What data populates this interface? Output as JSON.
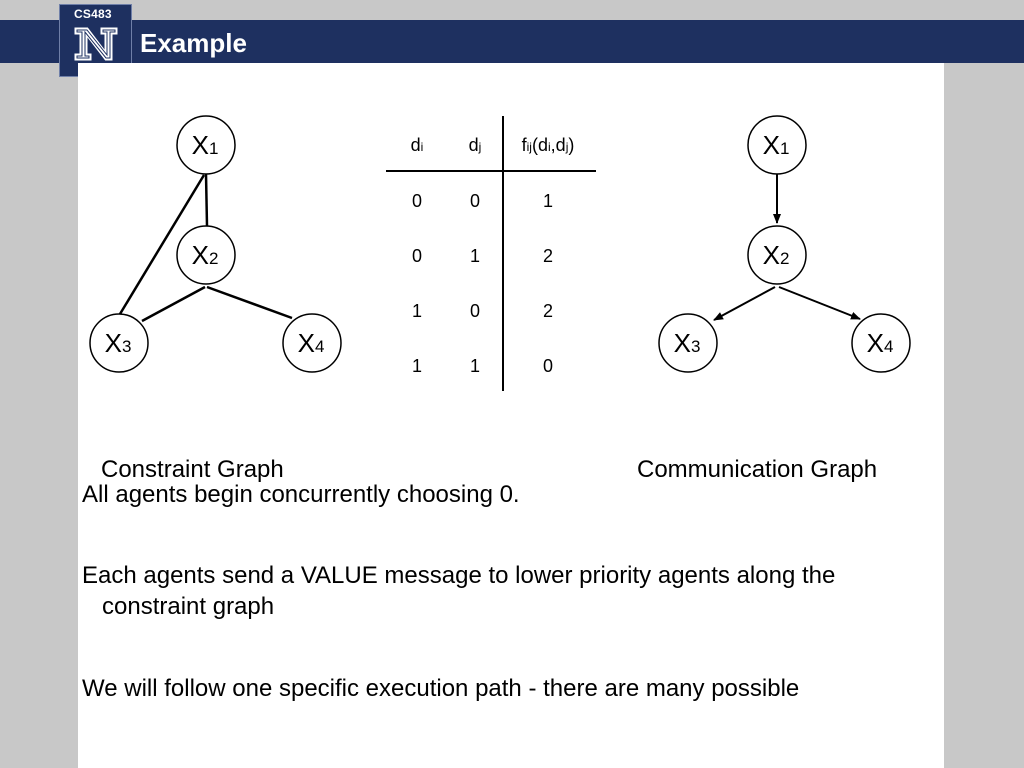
{
  "header": {
    "course": "CS483",
    "title": "Example",
    "banner_color": "#1e3060"
  },
  "diagram": {
    "constraint_graph": {
      "caption": "Constraint Graph",
      "nodes": [
        {
          "id": "X1",
          "label": "X",
          "sub": "1"
        },
        {
          "id": "X2",
          "label": "X",
          "sub": "2"
        },
        {
          "id": "X3",
          "label": "X",
          "sub": "3"
        },
        {
          "id": "X4",
          "label": "X",
          "sub": "4"
        }
      ],
      "edges": [
        [
          "X1",
          "X2"
        ],
        [
          "X1",
          "X3"
        ],
        [
          "X2",
          "X3"
        ],
        [
          "X2",
          "X4"
        ]
      ]
    },
    "communication_graph": {
      "caption": "Communication Graph",
      "nodes": [
        {
          "id": "X1",
          "label": "X",
          "sub": "1"
        },
        {
          "id": "X2",
          "label": "X",
          "sub": "2"
        },
        {
          "id": "X3",
          "label": "X",
          "sub": "3"
        },
        {
          "id": "X4",
          "label": "X",
          "sub": "4"
        }
      ],
      "edges": [
        [
          "X1",
          "X2"
        ],
        [
          "X2",
          "X3"
        ],
        [
          "X2",
          "X4"
        ]
      ]
    },
    "cost_table": {
      "headers": [
        {
          "main": "d",
          "sub": "i"
        },
        {
          "main": "d",
          "sub": "j"
        },
        {
          "main": "f",
          "sub": "ij",
          "rest": "(d",
          "sub2": "i",
          "rest2": ",d",
          "sub3": "j",
          "rest3": ")"
        }
      ],
      "rows": [
        [
          "0",
          "0",
          "1"
        ],
        [
          "0",
          "1",
          "2"
        ],
        [
          "1",
          "0",
          "2"
        ],
        [
          "1",
          "1",
          "0"
        ]
      ]
    }
  },
  "bullets": [
    {
      "text": "All agents begin concurrently choosing 0."
    },
    {
      "text": "Each agents send a VALUE message to lower priority agents along the",
      "continuation": "constraint graph"
    },
    {
      "text": "We will follow one specific execution path - there are many possible"
    }
  ]
}
